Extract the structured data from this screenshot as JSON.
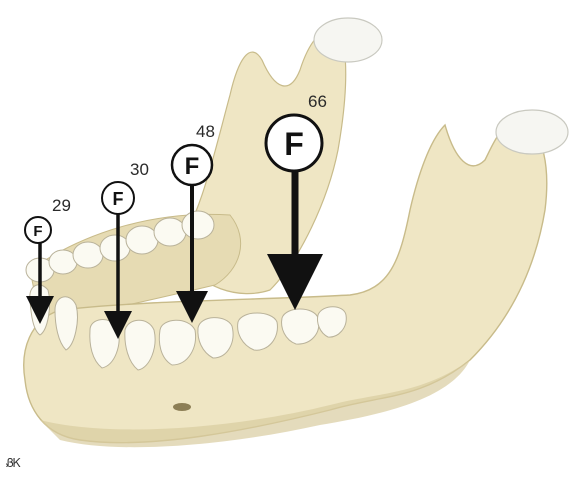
{
  "diagram": {
    "force_symbol": "F",
    "forces": [
      {
        "id": "incisor",
        "value": "29"
      },
      {
        "id": "canine",
        "value": "30"
      },
      {
        "id": "premolar",
        "value": "48"
      },
      {
        "id": "molar",
        "value": "66"
      }
    ],
    "artist_signature": "ᏰᏦ"
  },
  "colors": {
    "bone": "#efe6c4",
    "bone_shadow": "#d9cc9f",
    "condyle_cap": "#f6f6f2",
    "tooth": "#fbfaf2",
    "arrow": "#111111"
  }
}
